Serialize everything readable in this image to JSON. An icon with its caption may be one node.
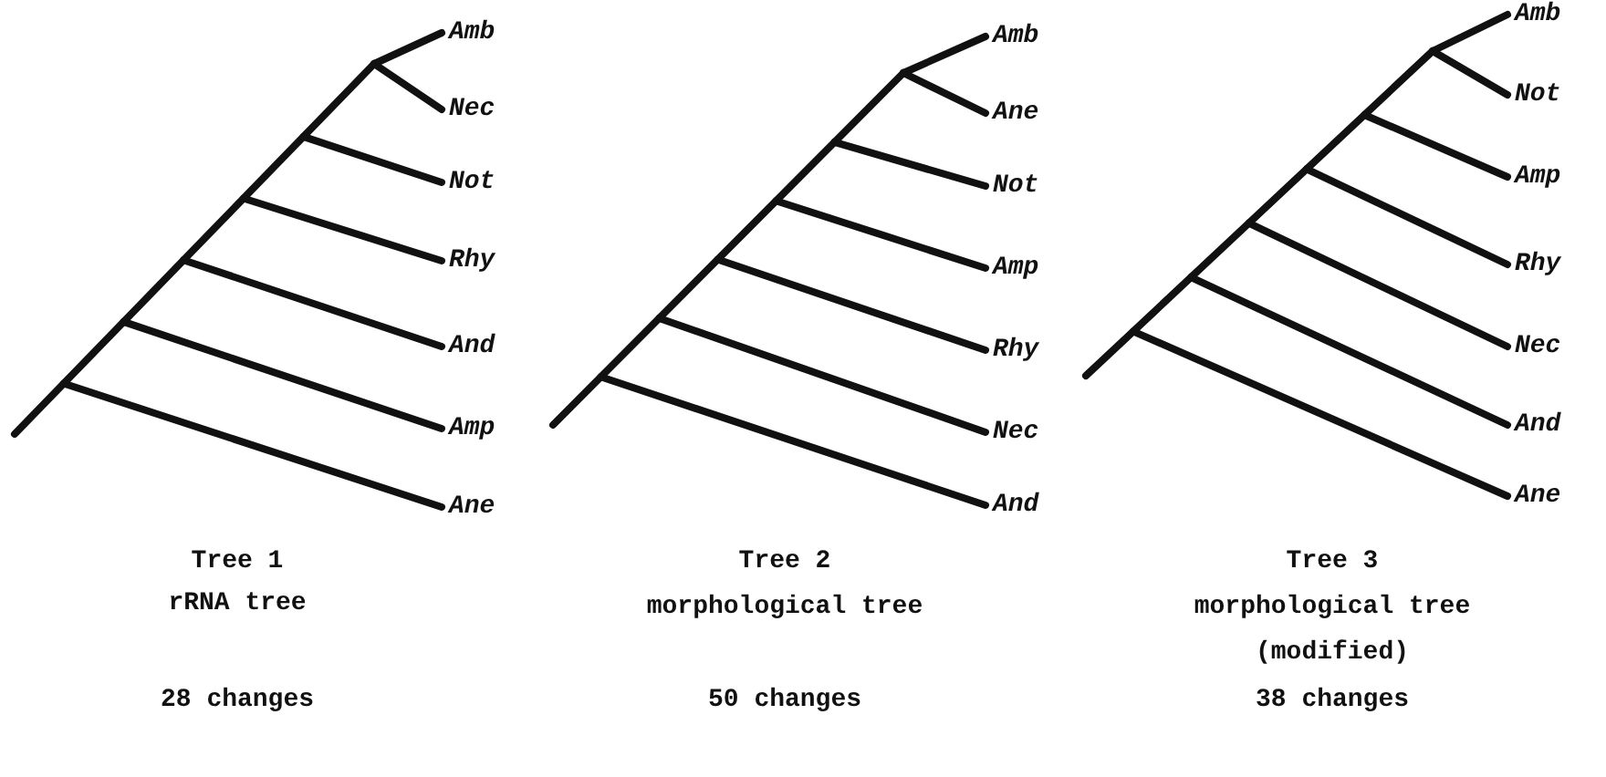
{
  "diagram": {
    "labels": [
      "Amb",
      "Nec",
      "Not",
      "Rhy",
      "And",
      "Amp",
      "Ane",
      "Tree 1",
      "rRNA tree",
      "28 changes",
      "Amb",
      "Ane",
      "Not",
      "Amp",
      "Rhy",
      "Nec",
      "And",
      "Tree 2",
      "morphological tree",
      "50 changes",
      "Amb",
      "Not",
      "Amp",
      "Rhy",
      "Nec",
      "And",
      "Ane",
      "Tree 3",
      "morphological tree",
      "(modified)",
      "38 changes"
    ]
  }
}
